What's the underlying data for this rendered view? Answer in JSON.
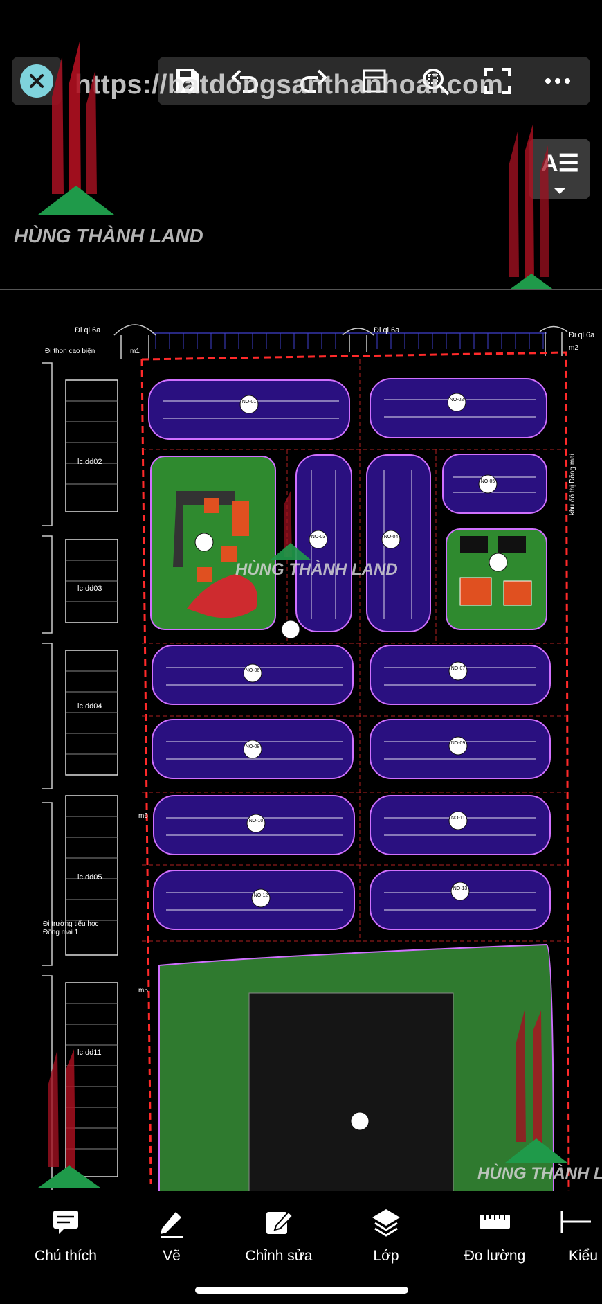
{
  "watermark": {
    "url": "https://batdongsanthanhoai.com",
    "logo_text": "HÙNG THÀNH LAND"
  },
  "toolbar": {
    "icons": [
      "close-icon",
      "save-icon",
      "undo-icon",
      "redo-icon",
      "crop-icon",
      "zoom-icon",
      "fullscreen-icon",
      "more-icon"
    ],
    "text_mode_label": "A☰"
  },
  "drawing": {
    "road_labels": {
      "top_left": "Ði ql 6a",
      "top_center": "Ði ql 6a",
      "top_right": "Ði ql 6a",
      "left_top": "Ði thon cao biện",
      "right_side": "khu đô thị Đồng mai",
      "left_bottom_1": "Ði trường tiểu học",
      "left_bottom_2": "Đồng mai 1"
    },
    "lot_labels": [
      "lc dd02",
      "lc dd03",
      "lc dd04",
      "lc dd05",
      "lc dd11"
    ],
    "markers": [
      "m1",
      "m2",
      "m5",
      "m6"
    ],
    "blocks": [
      "NO-01",
      "NO-02",
      "NO-03",
      "NO-04",
      "NO-05",
      "NO-06",
      "NO-07",
      "NO-08",
      "NO-09",
      "NO-10",
      "NO-11",
      "NO-12",
      "NO-13"
    ]
  },
  "bottom_bar": {
    "items": [
      {
        "label": "Chú thích",
        "icon": "annotation-icon"
      },
      {
        "label": "Vẽ",
        "icon": "pencil-icon"
      },
      {
        "label": "Chỉnh sửa",
        "icon": "edit-icon"
      },
      {
        "label": "Lớp",
        "icon": "layers-icon"
      },
      {
        "label": "Đo lường",
        "icon": "ruler-icon"
      },
      {
        "label": "Kiểu",
        "icon": "style-icon"
      }
    ]
  },
  "colors": {
    "background": "#000000",
    "toolbar_bg": "#2b2b2b",
    "close_accent": "#7fd3dc",
    "boundary": "#ff3030",
    "lot_fill": "#3a1a9a",
    "lot_stroke": "#c060ff",
    "green_space": "#2f8a2f",
    "logo_red": "#b01020",
    "logo_green": "#1f9a4a"
  }
}
